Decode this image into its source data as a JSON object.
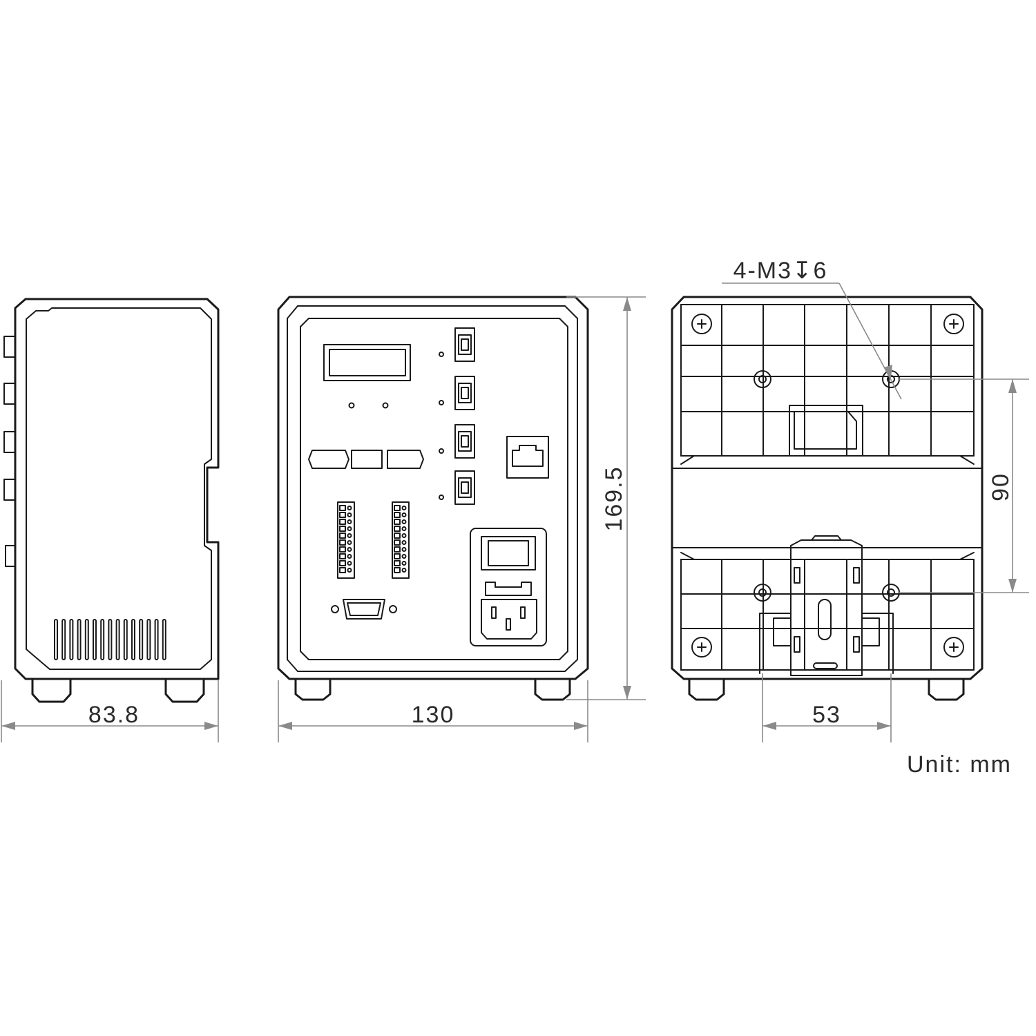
{
  "dimensions": {
    "side_width": "83.8",
    "front_width": "130",
    "height": "169.5",
    "back_hole_vertical": "90",
    "back_hole_horizontal": "53"
  },
  "callout": {
    "mounting_holes": "4-M3↧6"
  },
  "unit_label": "Unit: mm",
  "colors": {
    "line": "#1a1a1a",
    "dimension": "#8a8a8a",
    "background": "#ffffff"
  }
}
